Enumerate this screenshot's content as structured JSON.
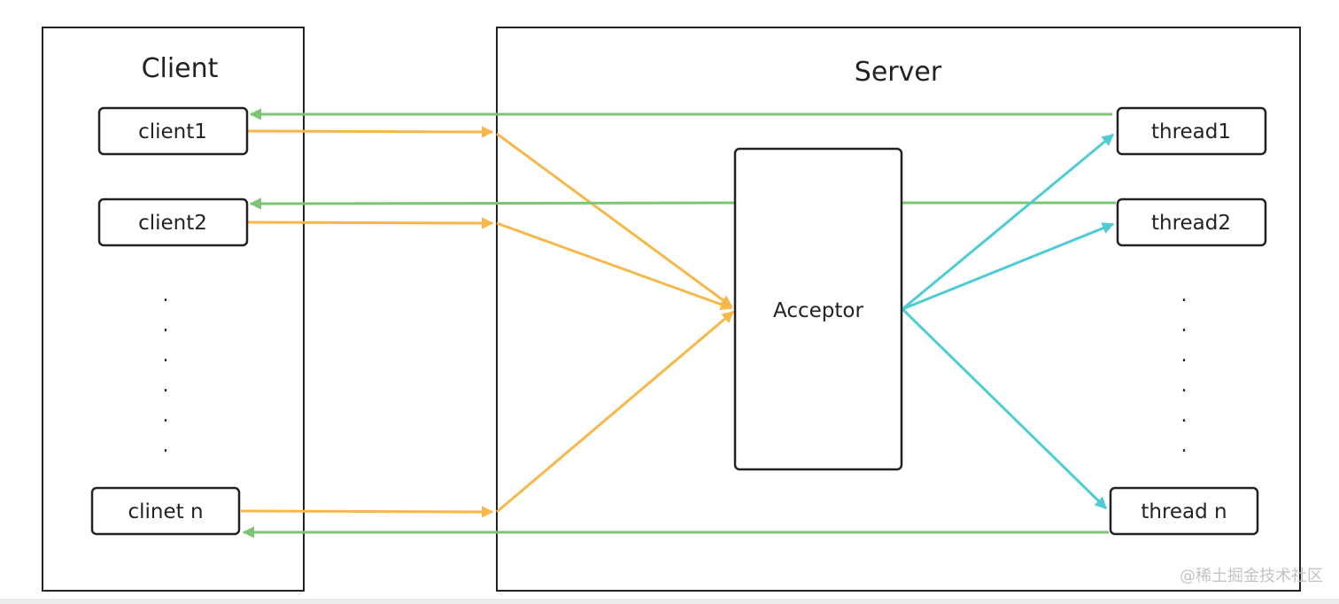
{
  "client_panel": {
    "title": "Client"
  },
  "server_panel": {
    "title": "Server"
  },
  "clients": [
    "client1",
    "client2",
    "clinet n"
  ],
  "acceptor": {
    "label": "Acceptor"
  },
  "threads": [
    "thread1",
    "thread2",
    "thread n"
  ],
  "ellipsis": ".",
  "watermark": "@稀土掘金技术社区",
  "colors": {
    "request": "#f7b84b",
    "response": "#7cc576",
    "dispatch": "#4dccd6",
    "stroke": "#222222"
  }
}
